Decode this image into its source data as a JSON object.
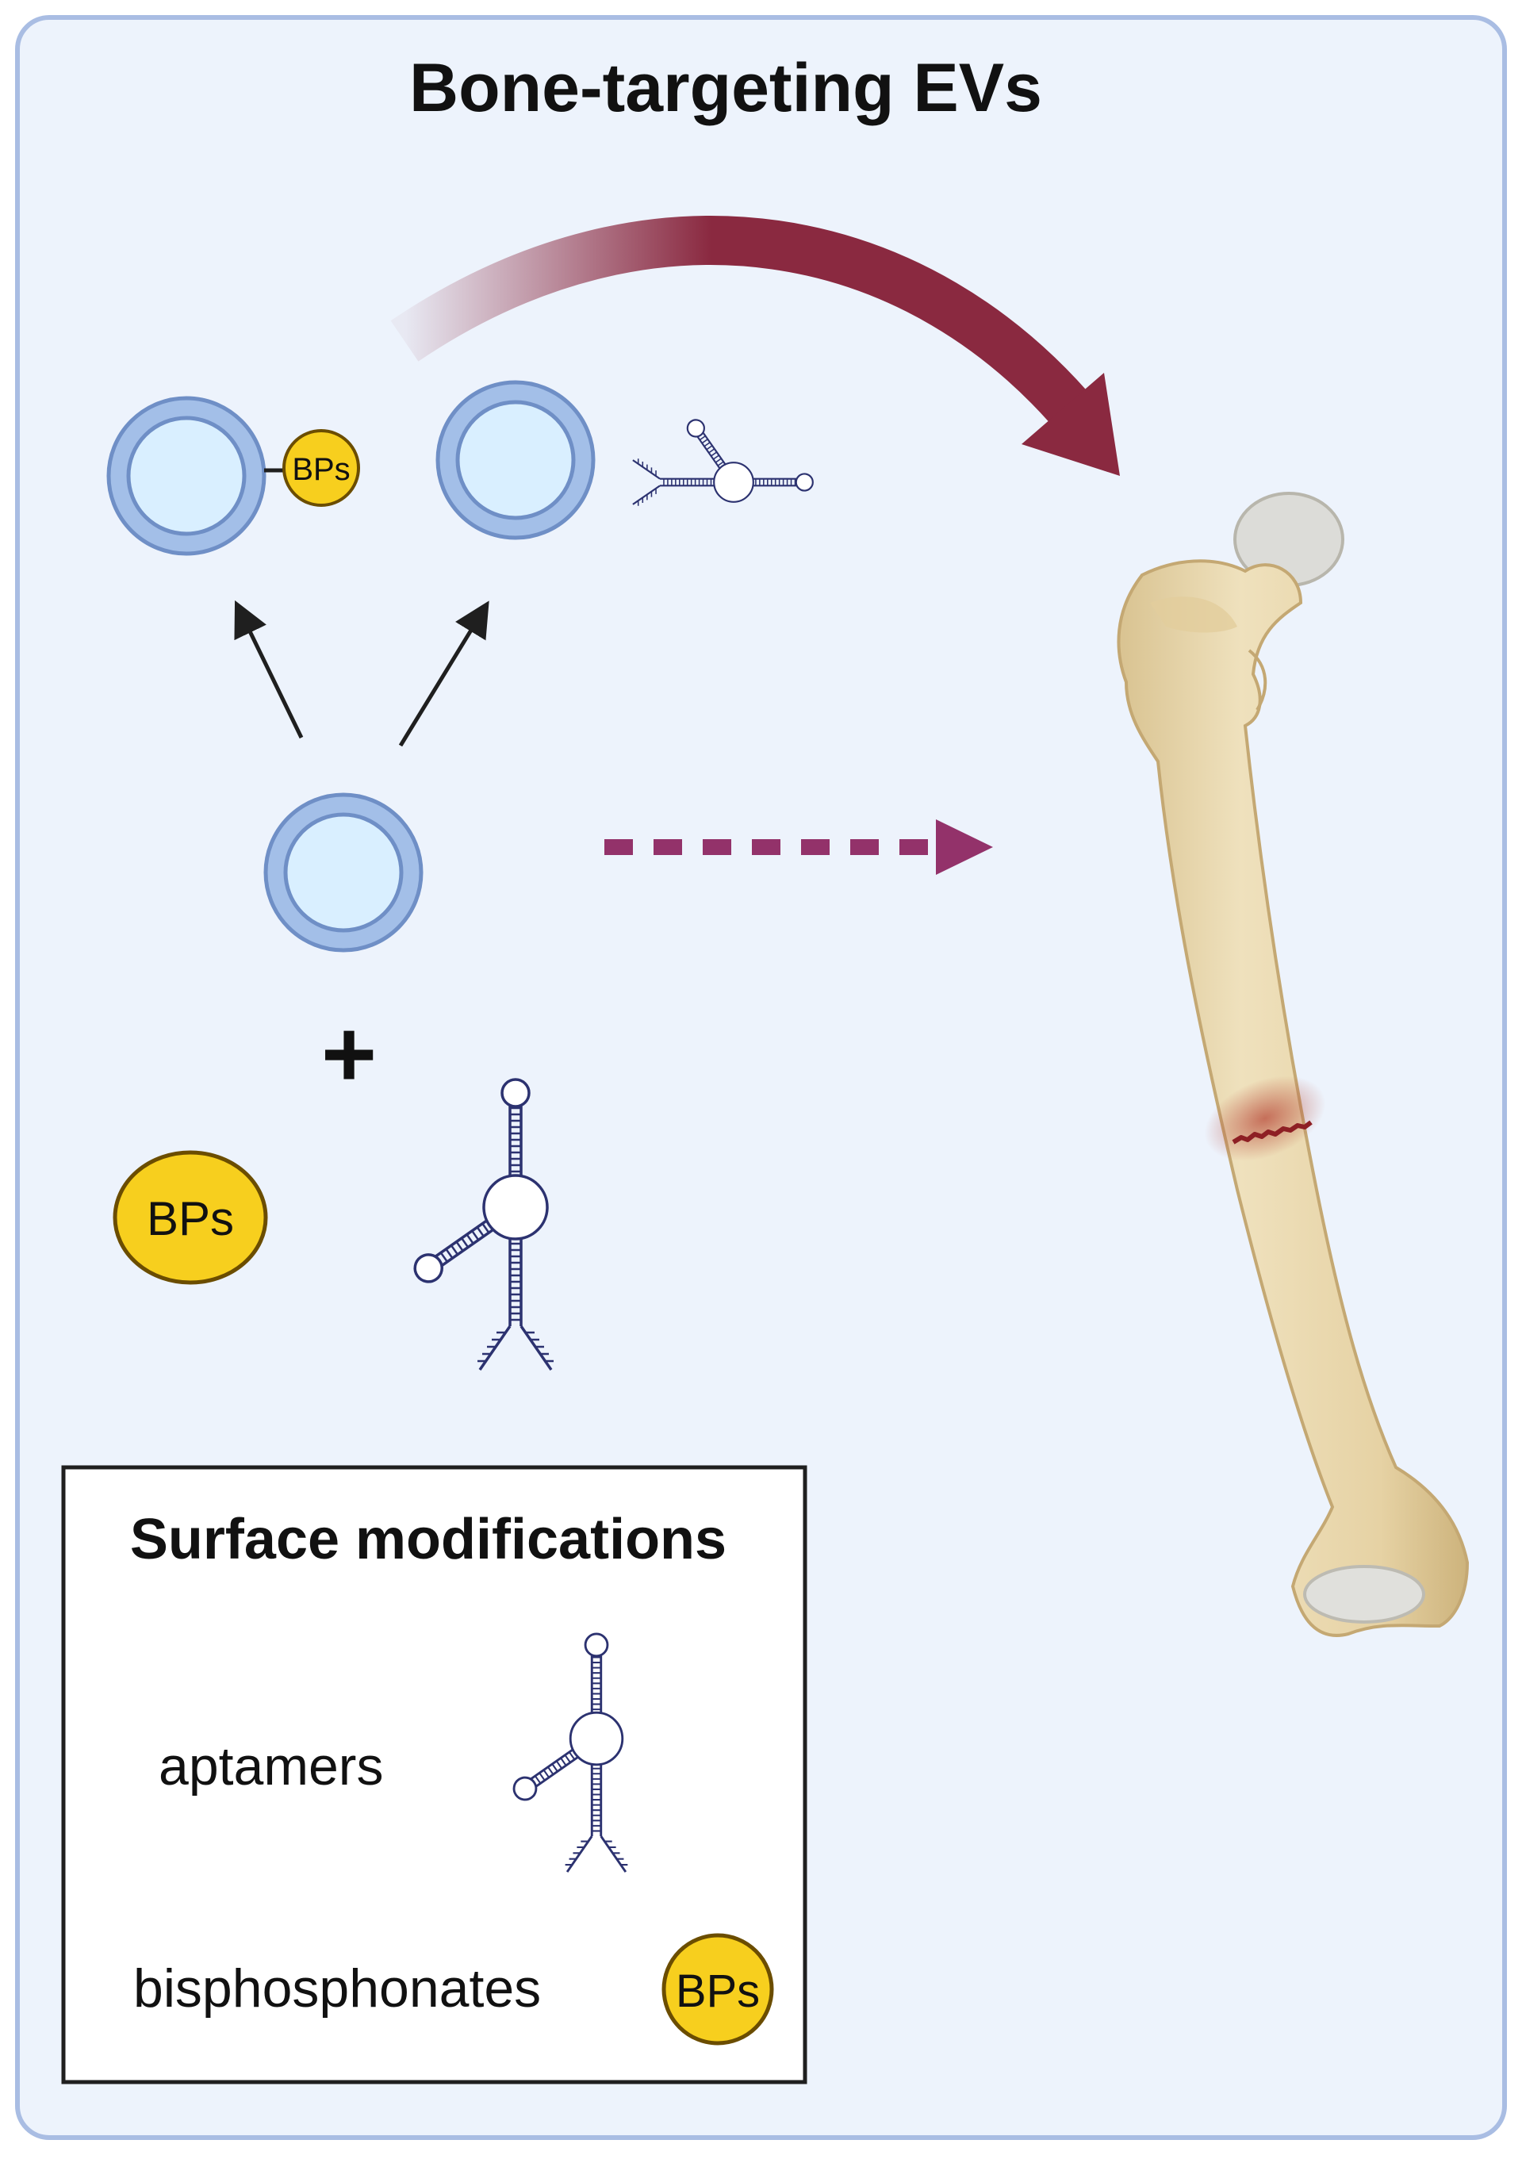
{
  "title": "Bone-targeting EVs",
  "bp_label": "BPs",
  "plus_sign": "+",
  "legend": {
    "title": "Surface modifications",
    "items": [
      {
        "label": "aptamers",
        "icon": "aptamer-icon"
      },
      {
        "label": "bisphosphonates",
        "icon": "bisphosphonate-icon"
      }
    ]
  },
  "colors": {
    "panel_bg": "#edf3fc",
    "panel_border": "#a9bde3",
    "ev_membrane": "#a3bfe8",
    "ev_outline": "#6f8fc6",
    "ev_lumen": "#d9efff",
    "bp_fill": "#f7cf1e",
    "bp_outline": "#6b4d00",
    "aptamer_stroke": "#2c3270",
    "targeting_arrow": "#8a2940",
    "dashed_arrow": "#93326a",
    "bone": "#ead9b3",
    "fracture": "#8e1f24"
  }
}
